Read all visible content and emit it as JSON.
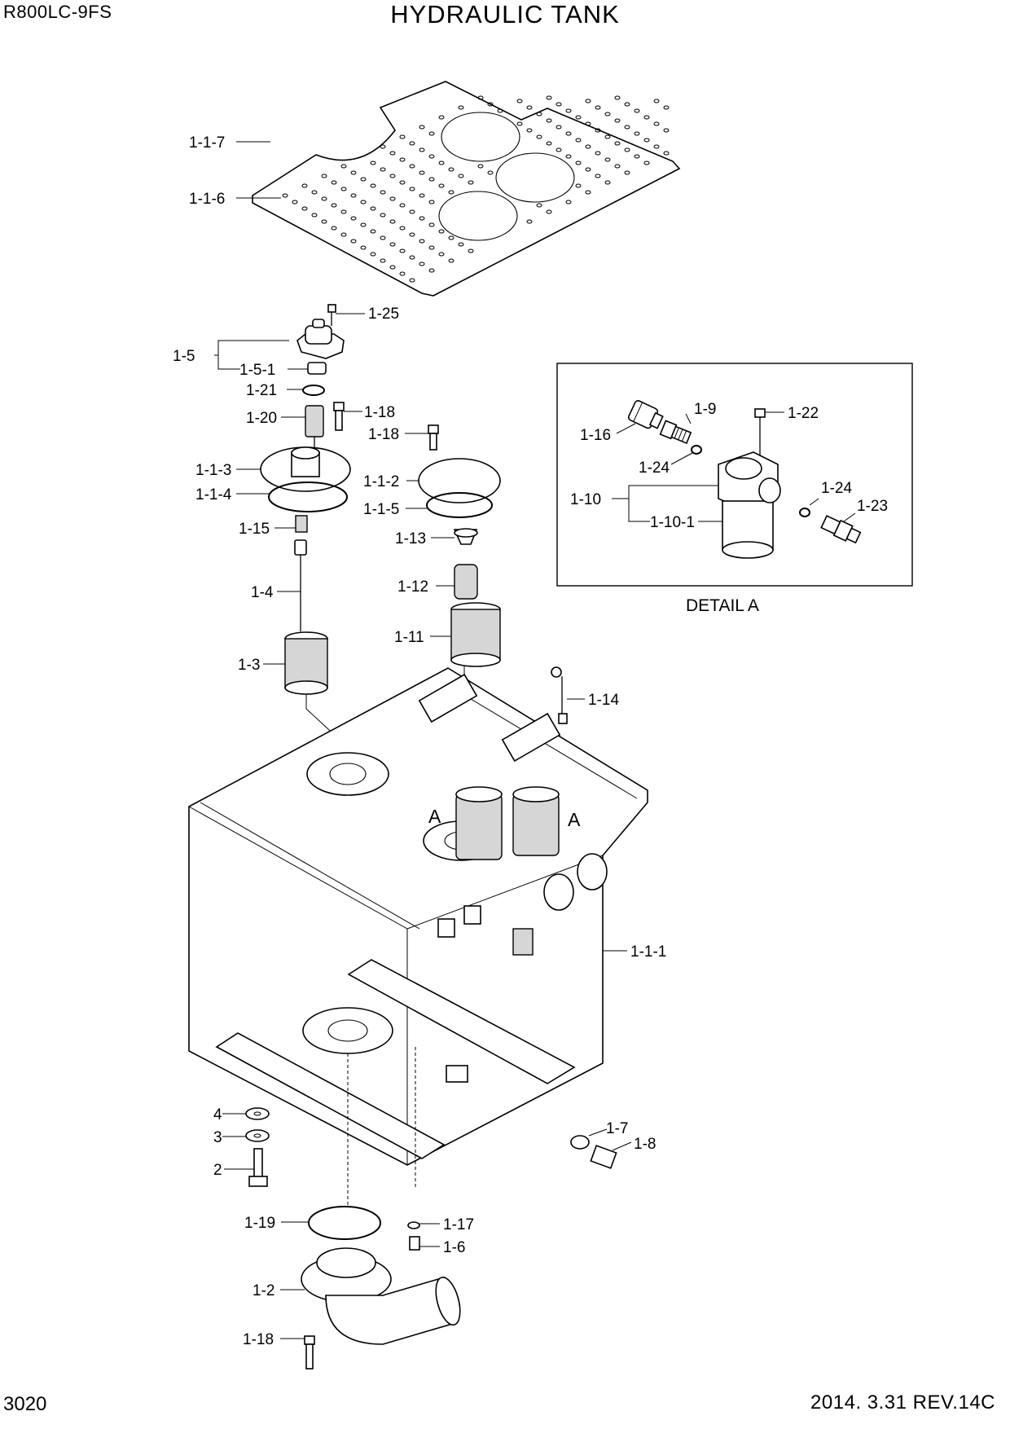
{
  "header": {
    "model": "R800LC-9FS",
    "title": "HYDRAULIC TANK"
  },
  "footer": {
    "page_number": "3020",
    "revision": "2014. 3.31  REV.14C"
  },
  "detail": {
    "caption": "DETAIL A"
  },
  "view_markers": [
    "A",
    "A"
  ],
  "callouts": [
    "1-1-7",
    "1-1-6",
    "1-25",
    "1-5",
    "1-5-1",
    "1-21",
    "1-18",
    "1-20",
    "1-18",
    "1-1-3",
    "1-1-2",
    "1-1-4",
    "1-1-5",
    "1-15",
    "1-13",
    "1-12",
    "1-4",
    "1-11",
    "1-3",
    "1-14",
    "1-1-1",
    "4",
    "3",
    "2",
    "1-7",
    "1-8",
    "1-19",
    "1-17",
    "1-6",
    "1-2",
    "1-18",
    "1-16",
    "1-9",
    "1-22",
    "1-24",
    "1-10",
    "1-10-1",
    "1-24",
    "1-23"
  ]
}
